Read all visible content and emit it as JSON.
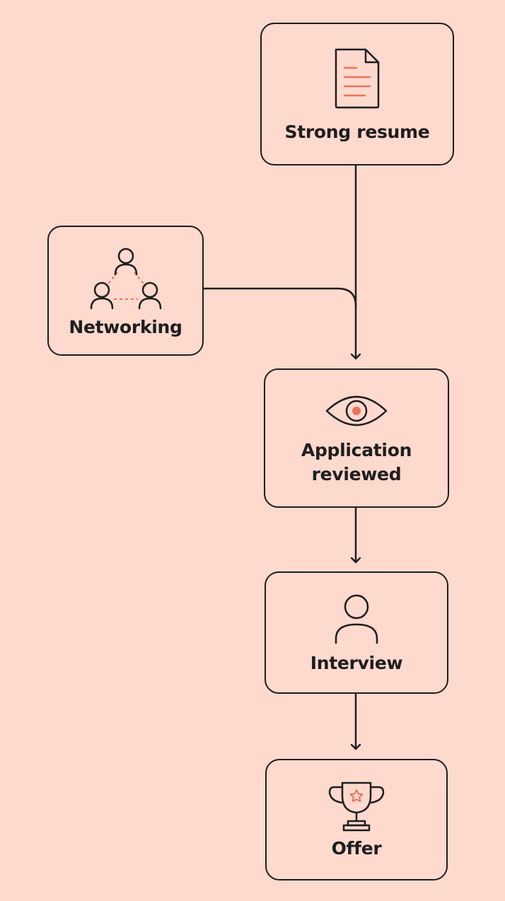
{
  "colors": {
    "background": "#fdd9ce",
    "stroke": "#1e1e1e",
    "accent": "#e8745a"
  },
  "nodes": {
    "resume": {
      "label": "Strong resume",
      "icon": "document-icon"
    },
    "networking": {
      "label": "Networking",
      "icon": "network-people-icon"
    },
    "review": {
      "label": "Application\nreviewed",
      "icon": "eye-icon"
    },
    "interview": {
      "label": "Interview",
      "icon": "person-icon"
    },
    "offer": {
      "label": "Offer",
      "icon": "trophy-icon"
    }
  },
  "edges": [
    {
      "from": "Strong resume",
      "to": "Application reviewed"
    },
    {
      "from": "Networking",
      "to": "Application reviewed"
    },
    {
      "from": "Application reviewed",
      "to": "Interview"
    },
    {
      "from": "Interview",
      "to": "Offer"
    }
  ]
}
